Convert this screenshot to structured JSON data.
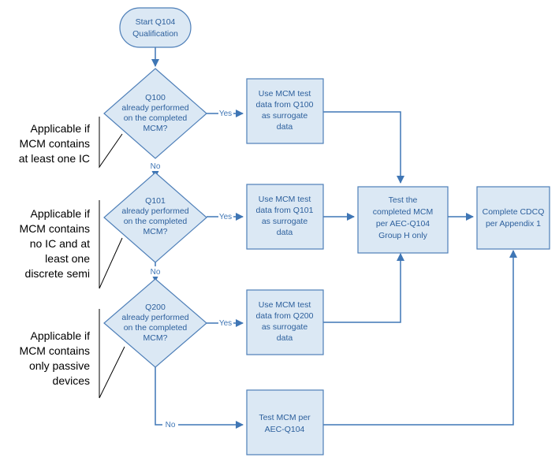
{
  "diagram": {
    "nodes": {
      "start": [
        "Start Q104",
        "Qualification"
      ],
      "q100": [
        "Q100",
        "already performed",
        "on the completed",
        "MCM?"
      ],
      "q101": [
        "Q101",
        "already performed",
        "on the completed",
        "MCM?"
      ],
      "q200": [
        "Q200",
        "already performed",
        "on the completed",
        "MCM?"
      ],
      "use_q100": [
        "Use MCM test",
        "data from Q100",
        "as surrogate",
        "data"
      ],
      "use_q101": [
        "Use MCM test",
        "data from Q101",
        "as surrogate",
        "data"
      ],
      "use_q200": [
        "Use MCM test",
        "data from Q200",
        "as surrogate",
        "data"
      ],
      "test_group_h": [
        "Test the",
        "completed MCM",
        "per AEC-Q104",
        "Group H only"
      ],
      "complete_cdcq": [
        "Complete CDCQ",
        "per Appendix 1"
      ],
      "test_full": [
        "Test MCM per",
        "AEC-Q104"
      ]
    },
    "edge_labels": {
      "yes": "Yes",
      "no": "No"
    },
    "annotations": {
      "q100": [
        "Applicable if",
        "MCM contains",
        "at least one IC"
      ],
      "q101": [
        "Applicable if",
        "MCM contains",
        "no IC and at",
        "least one",
        "discrete semi"
      ],
      "q200": [
        "Applicable if",
        "MCM contains",
        "only passive",
        "devices"
      ]
    },
    "colors": {
      "fill": "#dbe8f4",
      "stroke": "#4e7fb8",
      "flow": "#3f76b5",
      "text": "#2c5f9c"
    }
  }
}
